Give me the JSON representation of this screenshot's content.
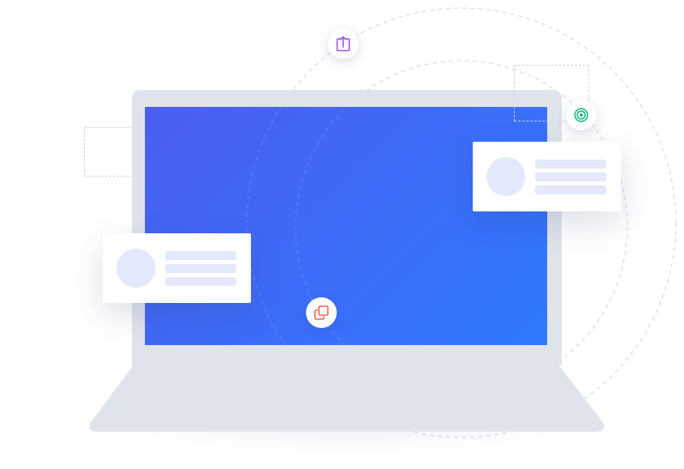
{
  "colors": {
    "background": "#ffffff",
    "laptop_body": "#dfe4ec",
    "screen_gradient_start": "#4a5ef0",
    "screen_gradient_end": "#2f79ff",
    "card_background": "#ffffff",
    "card_placeholder": "#e3e8fb",
    "upload_icon": "#a14ff0",
    "target_icon": "#19b97a",
    "copy_icon": "#f0625a",
    "dashed_line": "#c9d1ec"
  },
  "icons": {
    "upload": "upload-icon",
    "target": "target-icon",
    "copy": "copy-icon"
  },
  "cards": [
    {
      "name": "profile-card-left",
      "placeholder_lines": 3
    },
    {
      "name": "profile-card-right",
      "placeholder_lines": 3
    }
  ]
}
